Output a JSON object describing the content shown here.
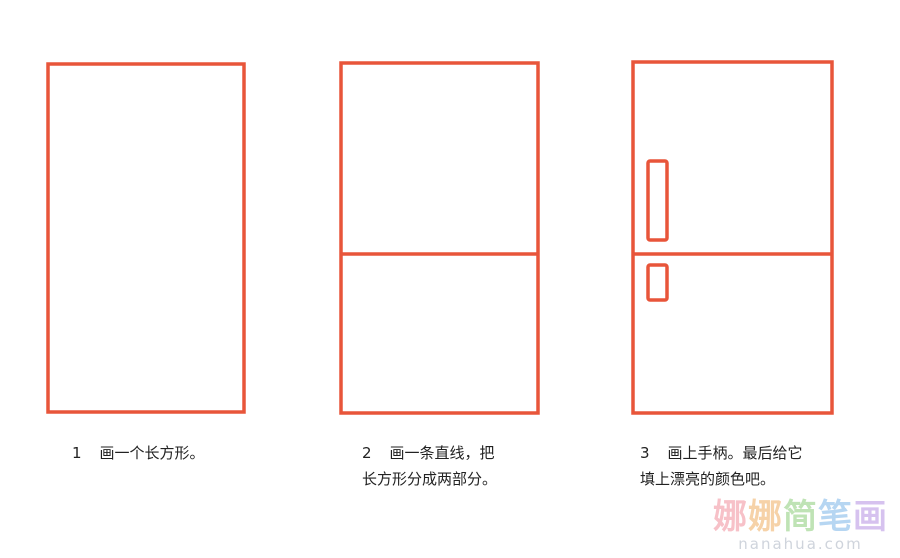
{
  "steps": [
    {
      "number": "1",
      "text_line1": "画一个长方形。",
      "text_line2": ""
    },
    {
      "number": "2",
      "text_line1": "画一条直线，把",
      "text_line2": "长方形分成两部分。"
    },
    {
      "number": "3",
      "text_line1": "画上手柄。最后给它",
      "text_line2": "填上漂亮的颜色吧。"
    }
  ],
  "watermark": {
    "logo_chars": [
      "娜",
      "娜",
      "简",
      "笔",
      "画"
    ],
    "url": "nanahua.com"
  },
  "colors": {
    "stroke": "#e8553a",
    "text": "#222222"
  }
}
